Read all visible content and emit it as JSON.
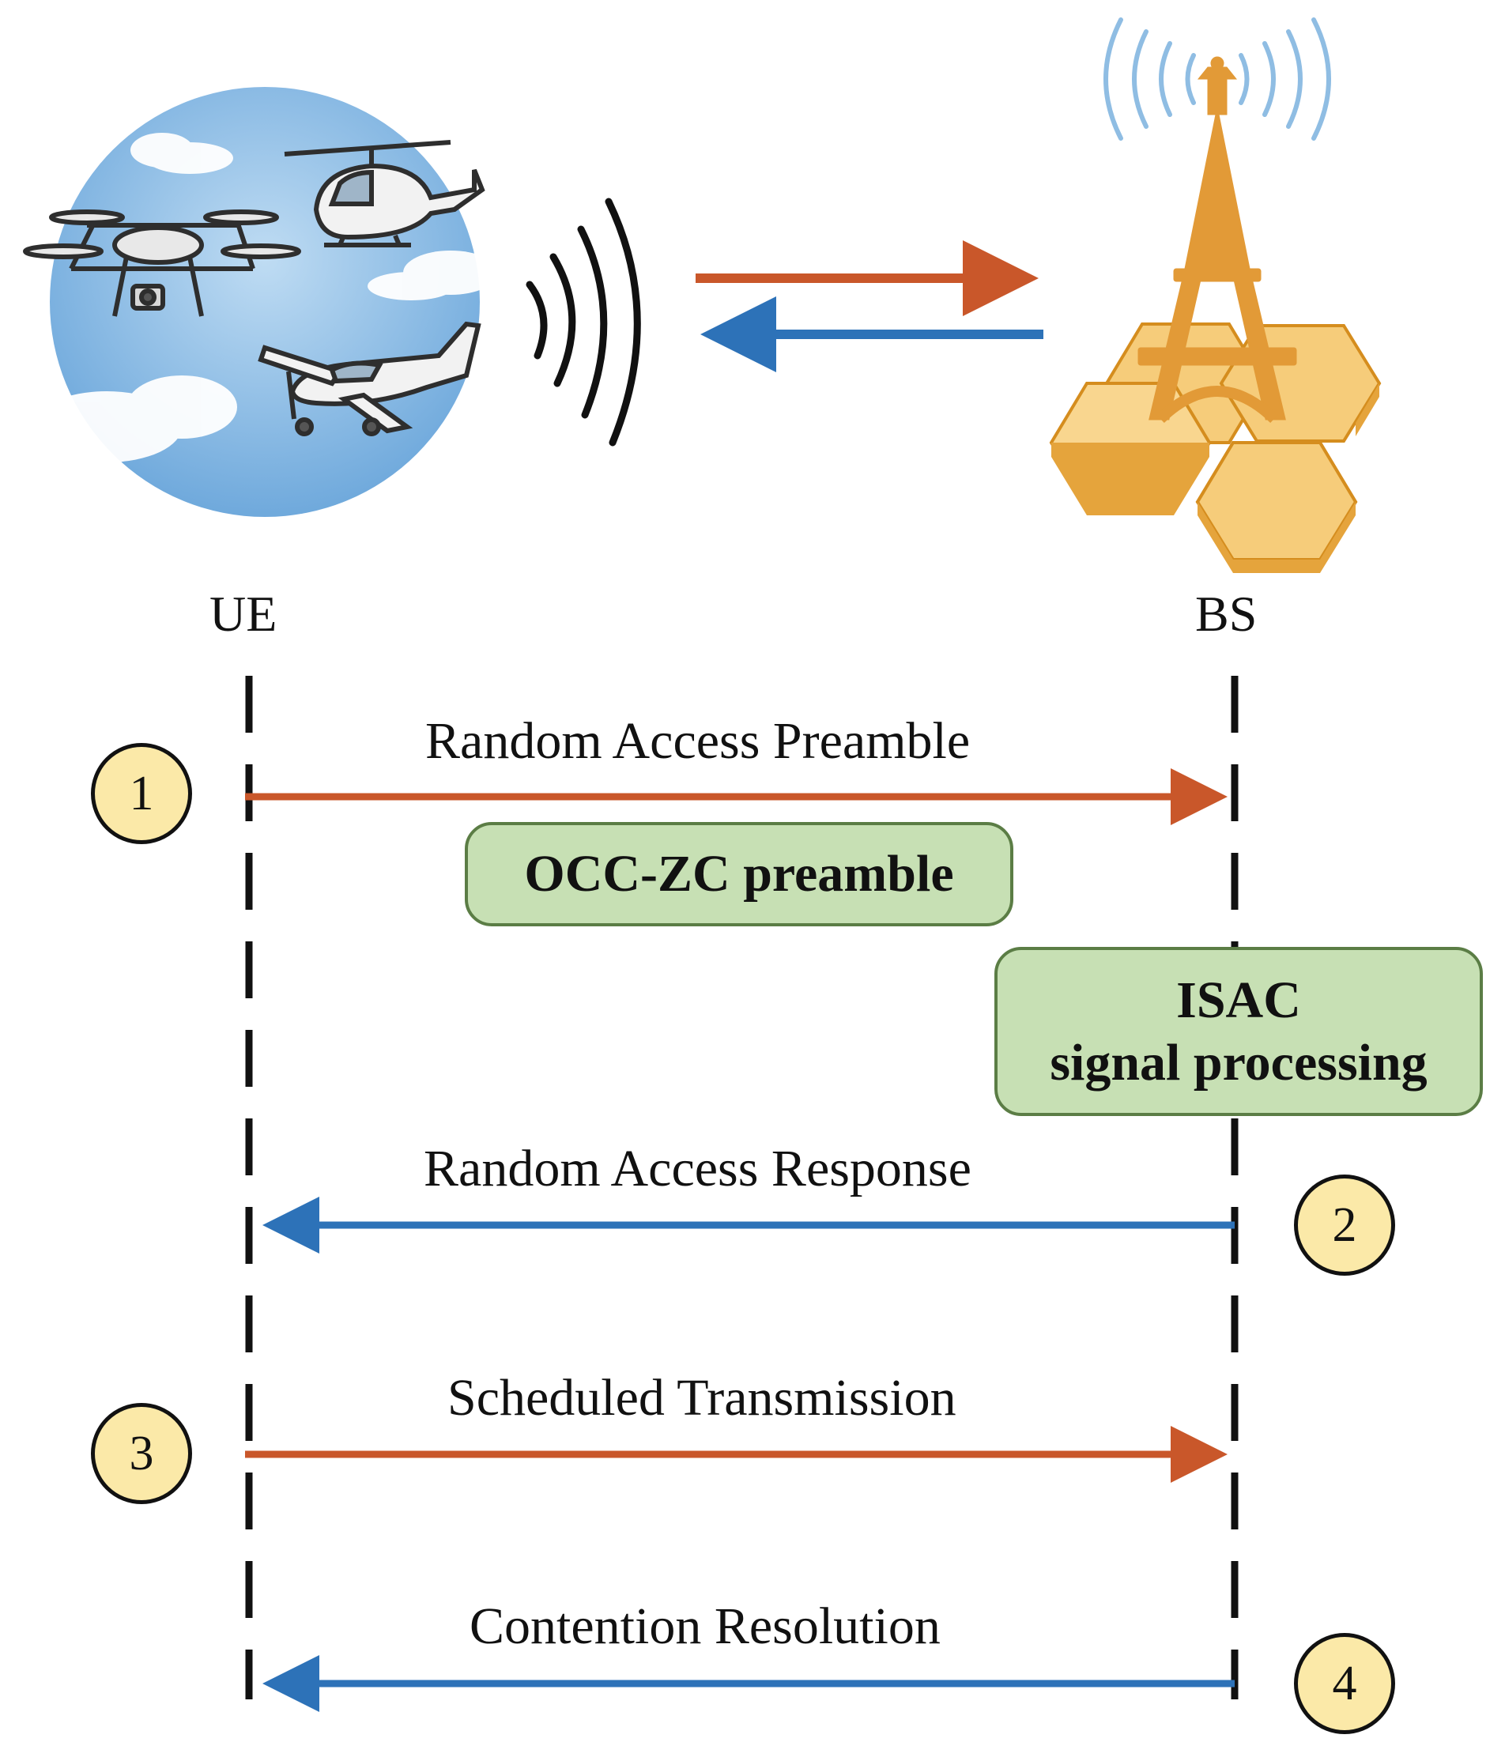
{
  "parties": {
    "ue": "UE",
    "bs": "BS"
  },
  "messages": [
    {
      "step": "1",
      "label": "Random Access Preamble",
      "direction": "ue-to-bs",
      "color": "#c9572a"
    },
    {
      "step": "2",
      "label": "Random Access Response",
      "direction": "bs-to-ue",
      "color": "#2d72b8"
    },
    {
      "step": "3",
      "label": "Scheduled Transmission",
      "direction": "ue-to-bs",
      "color": "#c9572a"
    },
    {
      "step": "4",
      "label": "Contention Resolution",
      "direction": "bs-to-ue",
      "color": "#2d72b8"
    }
  ],
  "boxes": {
    "preamble": "OCC-ZC preamble",
    "isac_line1": "ISAC",
    "isac_line2": "signal processing"
  },
  "colors": {
    "uplink": "#c9572a",
    "downlink": "#2d72b8",
    "step_fill": "#fbe9a8",
    "box_fill": "#c7e0b4",
    "tower": "#e29a37",
    "hexagon": "#f6cc7a",
    "sky": "#8ec1e6"
  },
  "icons": [
    "drone-icon",
    "helicopter-icon",
    "airplane-icon",
    "cloud-icon",
    "wireless-signal-icon",
    "tower-icon",
    "hexagon-cells-icon"
  ]
}
